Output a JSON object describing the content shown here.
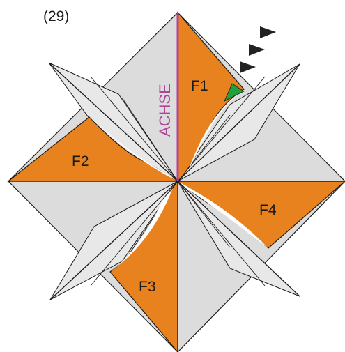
{
  "step_number": "(29)",
  "axis_label": "ACHSE",
  "flaps": [
    "F1",
    "F2",
    "F3",
    "F4"
  ],
  "colors": {
    "paper": "#dcdcdc",
    "paper_light": "#e8e8e8",
    "orange": "#e8821e",
    "axis": "#b0449a",
    "green": "#22a03c",
    "arrow": "#222222",
    "outline": "#1a1a1a"
  },
  "icons": [
    "arrow-marker-icon",
    "green-triangle-icon"
  ]
}
